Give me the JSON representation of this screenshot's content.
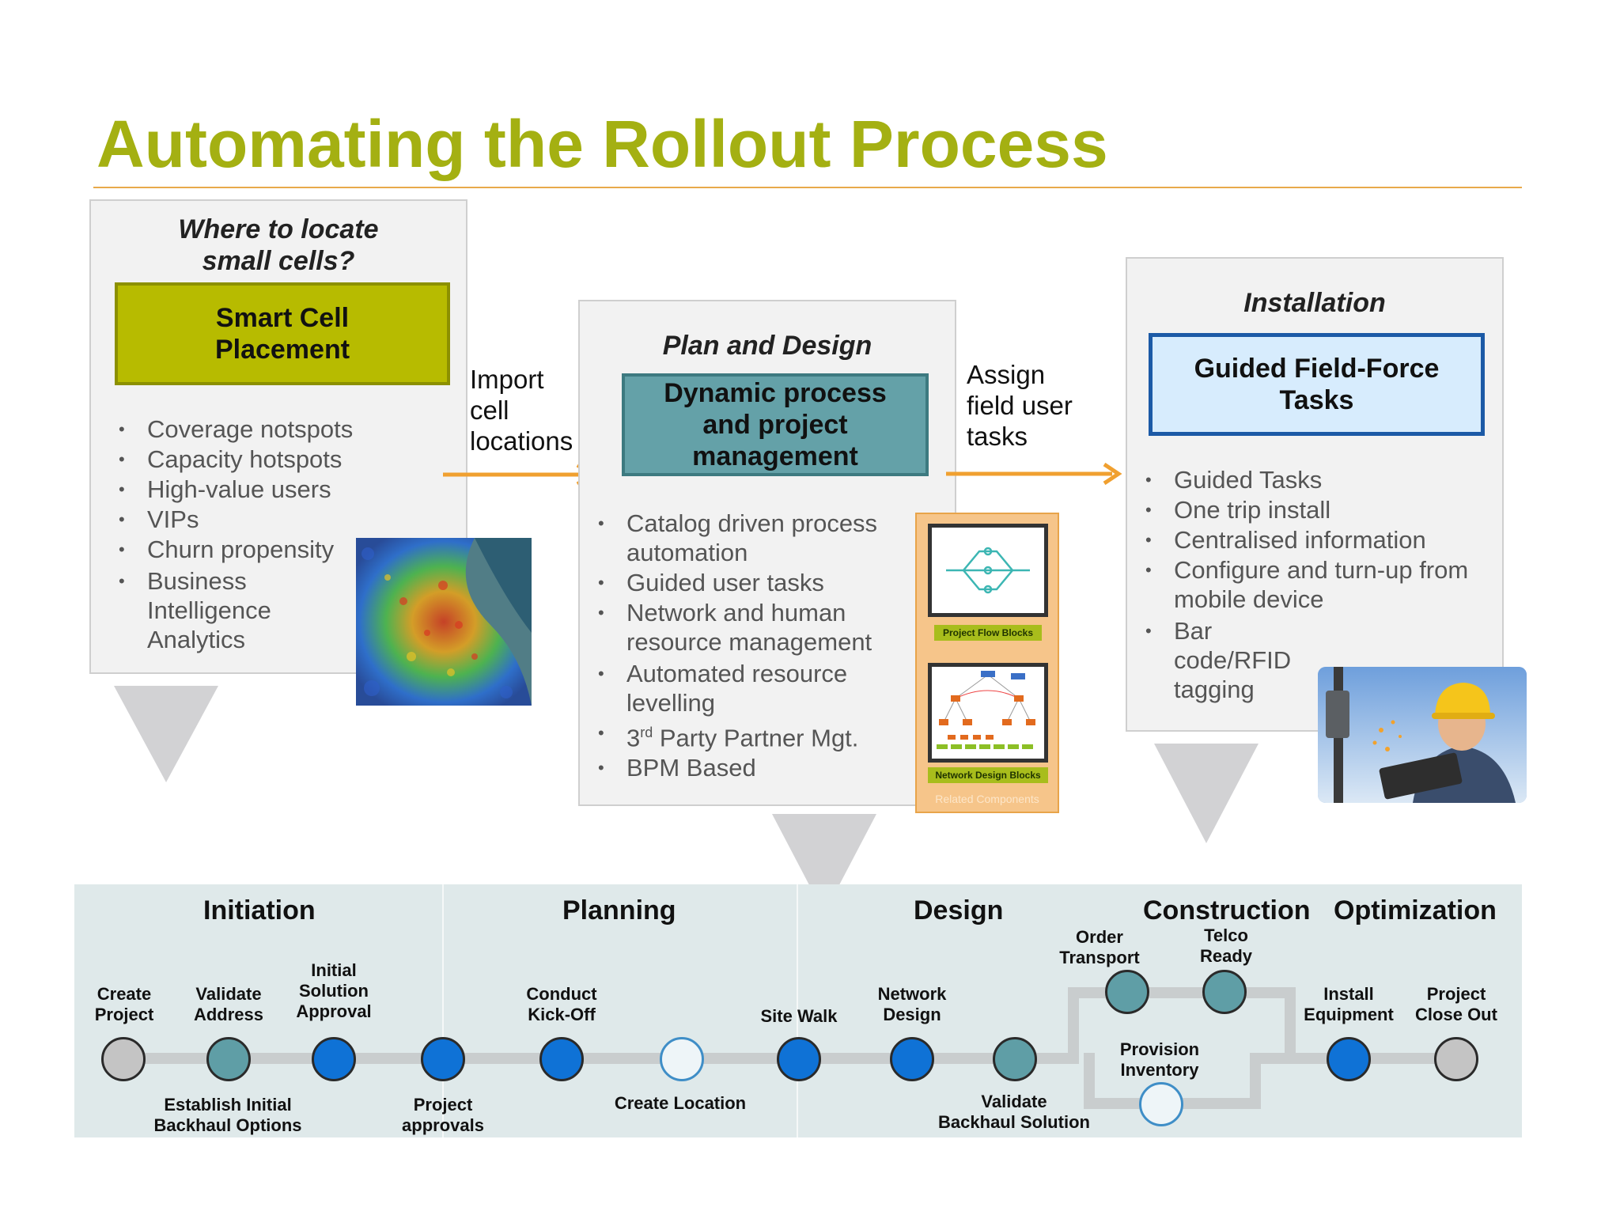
{
  "title": "Automating the Rollout Process",
  "colors": {
    "title": "#a4b012",
    "smart_cell_box": "#b7bb00",
    "dynamic_box": "#64a1a8",
    "guided_box": "#d7ecfd",
    "node_teal": "#5f9ea6",
    "node_blue": "#0f72d6",
    "node_grey": "#c4c4c4"
  },
  "panel_left": {
    "header_line1": "Where to locate",
    "header_line2": "small cells?",
    "box_line1": "Smart Cell",
    "box_line2": "Placement",
    "bullets": [
      "Coverage notspots",
      "Capacity hotspots",
      "High-value users",
      "VIPs",
      "Churn propensity",
      "Business Intelligence Analytics"
    ],
    "image": "heatmap-image"
  },
  "arrow1": {
    "line1": "Import",
    "line2": "cell",
    "line3": "locations"
  },
  "panel_mid": {
    "header": "Plan and Design",
    "box_line1": "Dynamic process",
    "box_line2": "and project",
    "box_line3": "management",
    "bullets": [
      "Catalog driven process automation",
      "Guided user tasks",
      "Network and human resource management",
      "Automated resource levelling",
      "BPM Based"
    ],
    "bullet_partner_pre": "3",
    "bullet_partner_sup": "rd",
    "bullet_partner_post": " Party Partner Mgt."
  },
  "thumbs": {
    "label1": "Project Flow Blocks",
    "label2": "Network Design Blocks",
    "footer": "Related Components"
  },
  "arrow2": {
    "line1": "Assign",
    "line2": "field user",
    "line3": "tasks"
  },
  "panel_right": {
    "header": "Installation",
    "box_line1": "Guided Field-Force",
    "box_line2": "Tasks",
    "bullets": [
      "Guided Tasks",
      "One trip install",
      "Centralised information",
      "Configure and turn-up from mobile device",
      "Bar code/RFID tagging"
    ],
    "image": "field-worker-photo"
  },
  "phases": [
    "Initiation",
    "Planning",
    "Design",
    "Construction",
    "Optimization"
  ],
  "steps": {
    "create_project": [
      "Create",
      "Project"
    ],
    "validate_address": [
      "Validate",
      "Address"
    ],
    "initial_solution": [
      "Initial",
      "Solution",
      "Approval"
    ],
    "establish_backhaul": [
      "Establish Initial",
      "Backhaul Options"
    ],
    "project_approvals": [
      "Project",
      "approvals"
    ],
    "conduct_kickoff": [
      "Conduct",
      "Kick-Off"
    ],
    "create_location": [
      "Create Location"
    ],
    "site_walk": [
      "Site Walk"
    ],
    "network_design": [
      "Network",
      "Design"
    ],
    "validate_backhaul": [
      "Validate",
      "Backhaul Solution"
    ],
    "order_transport": [
      "Order",
      "Transport"
    ],
    "telco_ready": [
      "Telco",
      "Ready"
    ],
    "provision_inventory": [
      "Provision",
      "Inventory"
    ],
    "install_equipment": [
      "Install",
      "Equipment"
    ],
    "project_close_out": [
      "Project",
      "Close Out"
    ]
  }
}
